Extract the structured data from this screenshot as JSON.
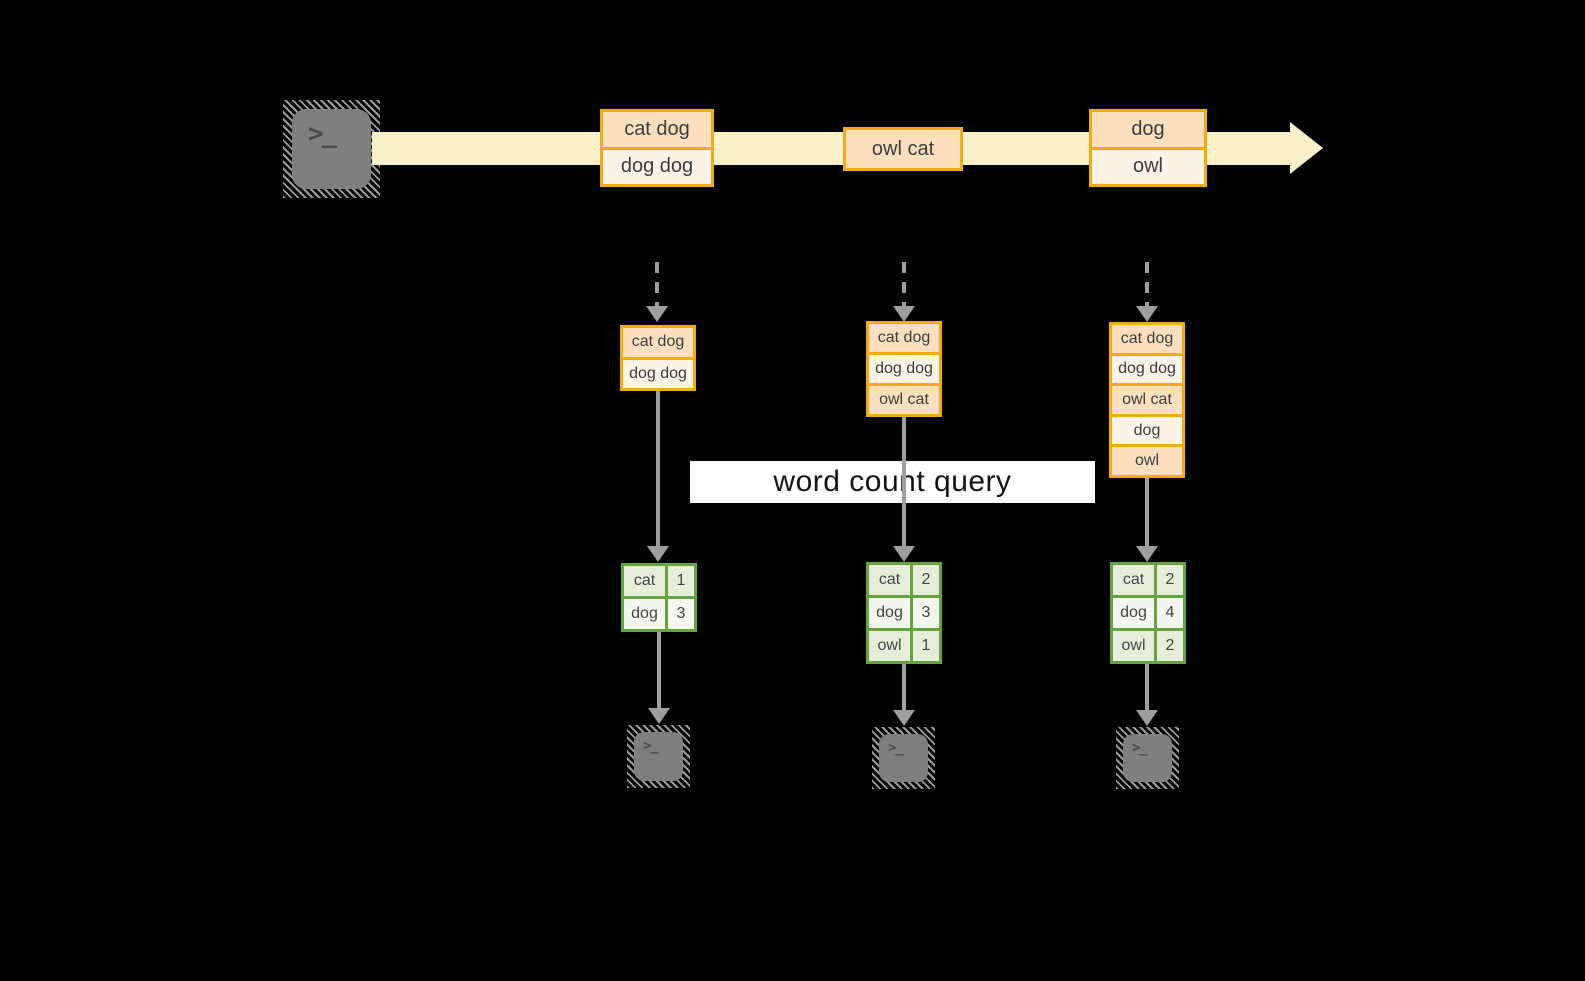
{
  "background": "#000000",
  "colors": {
    "orange-border": "#F0AC12",
    "peach-fill": "#FBDFBE",
    "cream-fill": "#FDF3E6",
    "band-fill": "#FAF1CB",
    "green-border": "#64A53F",
    "green-fill-a": "#E6EEDB",
    "green-fill-b": "#F3F7EE",
    "arrow-gray": "#9E9E9E",
    "icon-gray": "#7F7F7F",
    "hatch-gray": "#9C9C9C",
    "glyph-gray": "#4B4B4B",
    "box-text": "#3D3D3D",
    "label-bg": "#FFFFFF",
    "label-text": "#141414"
  },
  "source_icon": {
    "name": "terminal",
    "glyph": ">_"
  },
  "stream": {
    "events": [
      {
        "rows": [
          "cat dog",
          "dog dog"
        ]
      },
      {
        "rows": [
          "owl cat"
        ]
      },
      {
        "rows": [
          "dog",
          "owl"
        ]
      }
    ]
  },
  "query_label": "word count query",
  "columns": [
    {
      "buffer": [
        "cat dog",
        "dog dog"
      ],
      "results": [
        {
          "word": "cat",
          "count": "1"
        },
        {
          "word": "dog",
          "count": "3"
        }
      ]
    },
    {
      "buffer": [
        "cat dog",
        "dog dog",
        "owl cat"
      ],
      "results": [
        {
          "word": "cat",
          "count": "2"
        },
        {
          "word": "dog",
          "count": "3"
        },
        {
          "word": "owl",
          "count": "1"
        }
      ]
    },
    {
      "buffer": [
        "cat dog",
        "dog dog",
        "owl cat",
        "dog",
        "owl"
      ],
      "results": [
        {
          "word": "cat",
          "count": "2"
        },
        {
          "word": "dog",
          "count": "4"
        },
        {
          "word": "owl",
          "count": "2"
        }
      ]
    }
  ],
  "sink_icons": [
    {
      "glyph": ">_"
    },
    {
      "glyph": ">_"
    },
    {
      "glyph": ">_"
    }
  ]
}
